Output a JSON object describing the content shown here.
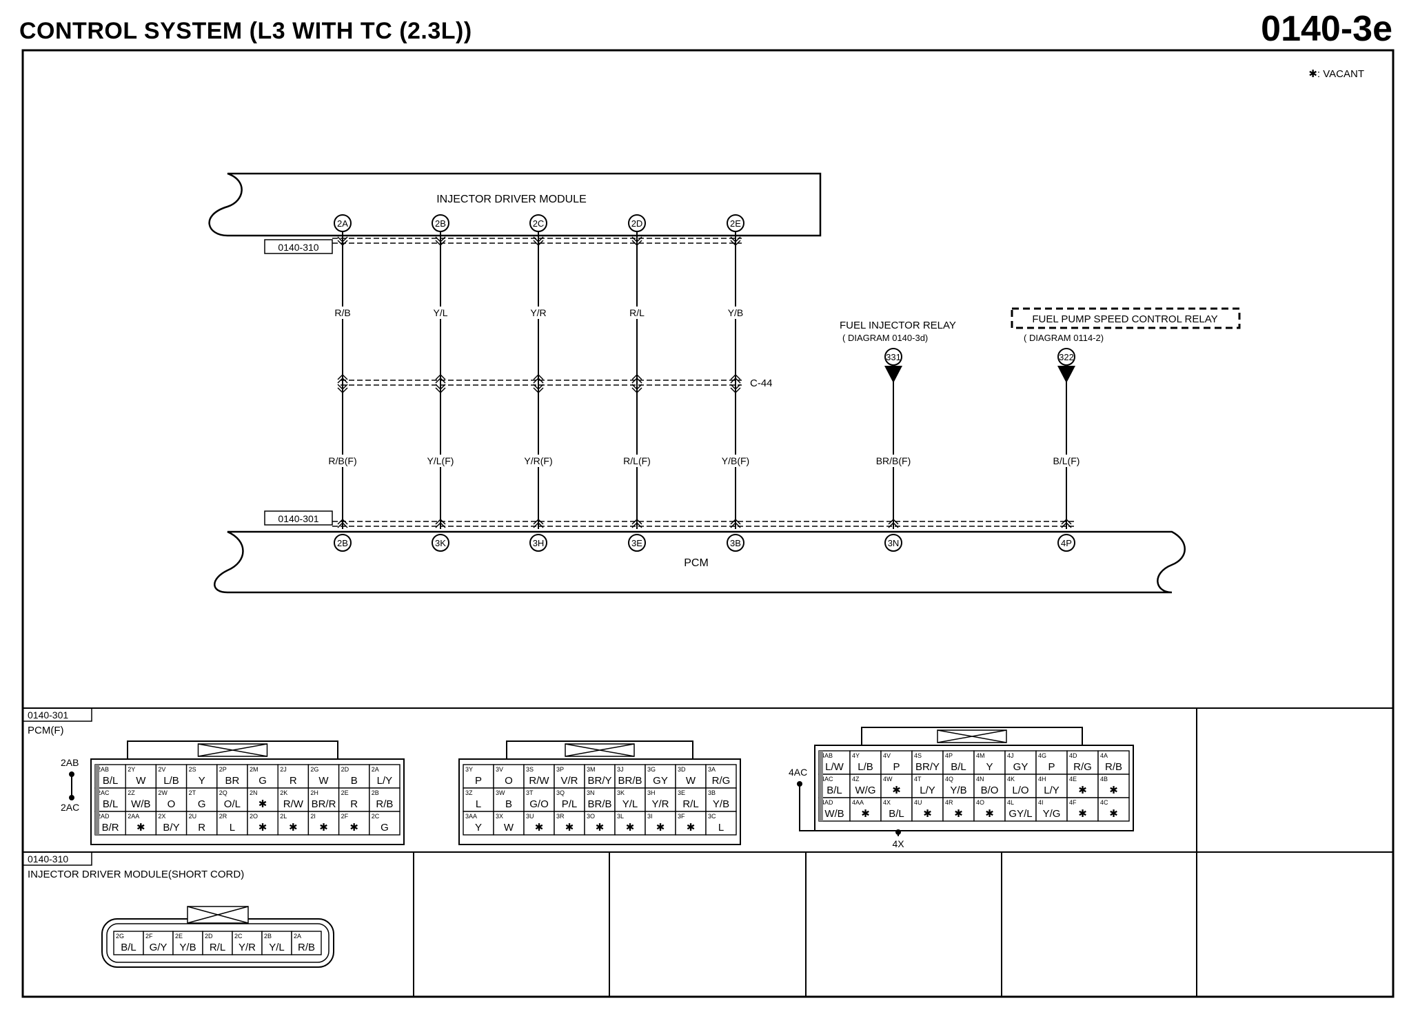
{
  "header": {
    "title": "CONTROL SYSTEM (L3 WITH TC (2.3L))",
    "page_code": "0140-3e"
  },
  "vacant_note": "✱: VACANT",
  "components": {
    "idm": "INJECTOR DRIVER MODULE",
    "pcm": "PCM",
    "c44": "C-44",
    "fuel_injector_relay": {
      "name": "FUEL INJECTOR RELAY",
      "ref": "( DIAGRAM 0140-3d)",
      "terminal": "331"
    },
    "fuel_pump_relay": {
      "name": "FUEL PUMP SPEED CONTROL RELAY",
      "ref": "( DIAGRAM 0114-2)",
      "terminal": "322"
    }
  },
  "connector_refs": {
    "idm": "0140-310",
    "pcm": "0140-301"
  },
  "wires": [
    {
      "top_terminal": "2A",
      "upper": "R/B",
      "lower": "R/B(F)",
      "pcm_terminal": "2B"
    },
    {
      "top_terminal": "2B",
      "upper": "Y/L",
      "lower": "Y/L(F)",
      "pcm_terminal": "3K"
    },
    {
      "top_terminal": "2C",
      "upper": "Y/R",
      "lower": "Y/R(F)",
      "pcm_terminal": "3H"
    },
    {
      "top_terminal": "2D",
      "upper": "R/L",
      "lower": "R/L(F)",
      "pcm_terminal": "3E"
    },
    {
      "top_terminal": "2E",
      "upper": "Y/B",
      "lower": "Y/B(F)",
      "pcm_terminal": "3B"
    },
    {
      "top_terminal": "",
      "upper": "",
      "lower": "BR/B(F)",
      "pcm_terminal": "3N"
    },
    {
      "top_terminal": "",
      "upper": "",
      "lower": "B/L(F)",
      "pcm_terminal": "4P"
    }
  ],
  "panel_pcm": {
    "ref": "0140-301",
    "title": "PCM(F)",
    "left_labels": [
      "2AB",
      "2AC"
    ],
    "blockA": [
      [
        [
          "2AB",
          "B/L"
        ],
        [
          "2Y",
          "W"
        ],
        [
          "2V",
          "L/B"
        ],
        [
          "2S",
          "Y"
        ],
        [
          "2P",
          "BR"
        ],
        [
          "2M",
          "G"
        ],
        [
          "2J",
          "R"
        ],
        [
          "2G",
          "W"
        ],
        [
          "2D",
          "B"
        ],
        [
          "2A",
          "L/Y"
        ]
      ],
      [
        [
          "2AC",
          "B/L"
        ],
        [
          "2Z",
          "W/B"
        ],
        [
          "2W",
          "O"
        ],
        [
          "2T",
          "G"
        ],
        [
          "2Q",
          "O/L"
        ],
        [
          "2N",
          "✱"
        ],
        [
          "2K",
          "R/W"
        ],
        [
          "2H",
          "BR/R"
        ],
        [
          "2E",
          "R"
        ],
        [
          "2B",
          "R/B"
        ]
      ],
      [
        [
          "2AD",
          "B/R"
        ],
        [
          "2AA",
          "✱"
        ],
        [
          "2X",
          "B/Y"
        ],
        [
          "2U",
          "R"
        ],
        [
          "2R",
          "L"
        ],
        [
          "2O",
          "✱"
        ],
        [
          "2L",
          "✱"
        ],
        [
          "2I",
          "✱"
        ],
        [
          "2F",
          "✱"
        ],
        [
          "2C",
          "G"
        ]
      ]
    ],
    "blockB": [
      [
        [
          "3Y",
          "P"
        ],
        [
          "3V",
          "O"
        ],
        [
          "3S",
          "R/W"
        ],
        [
          "3P",
          "V/R"
        ],
        [
          "3M",
          "BR/Y"
        ],
        [
          "3J",
          "BR/B"
        ],
        [
          "3G",
          "GY"
        ],
        [
          "3D",
          "W"
        ],
        [
          "3A",
          "R/G"
        ]
      ],
      [
        [
          "3Z",
          "L"
        ],
        [
          "3W",
          "B"
        ],
        [
          "3T",
          "G/O"
        ],
        [
          "3Q",
          "P/L"
        ],
        [
          "3N",
          "BR/B"
        ],
        [
          "3K",
          "Y/L"
        ],
        [
          "3H",
          "Y/R"
        ],
        [
          "3E",
          "R/L"
        ],
        [
          "3B",
          "Y/B"
        ]
      ],
      [
        [
          "3AA",
          "Y"
        ],
        [
          "3X",
          "W"
        ],
        [
          "3U",
          "✱"
        ],
        [
          "3R",
          "✱"
        ],
        [
          "3O",
          "✱"
        ],
        [
          "3L",
          "✱"
        ],
        [
          "3I",
          "✱"
        ],
        [
          "3F",
          "✱"
        ],
        [
          "3C",
          "L"
        ]
      ]
    ],
    "blockC_left": "4AC",
    "blockC_bottom": "4X",
    "blockC": [
      [
        [
          "4AB",
          "L/W"
        ],
        [
          "4Y",
          "L/B"
        ],
        [
          "4V",
          "P"
        ],
        [
          "4S",
          "BR/Y"
        ],
        [
          "4P",
          "B/L"
        ],
        [
          "4M",
          "Y"
        ],
        [
          "4J",
          "GY"
        ],
        [
          "4G",
          "P"
        ],
        [
          "4D",
          "R/G"
        ],
        [
          "4A",
          "R/B"
        ]
      ],
      [
        [
          "4AC",
          "B/L"
        ],
        [
          "4Z",
          "W/G"
        ],
        [
          "4W",
          "✱"
        ],
        [
          "4T",
          "L/Y"
        ],
        [
          "4Q",
          "Y/B"
        ],
        [
          "4N",
          "B/O"
        ],
        [
          "4K",
          "L/O"
        ],
        [
          "4H",
          "L/Y"
        ],
        [
          "4E",
          "✱"
        ],
        [
          "4B",
          "✱"
        ]
      ],
      [
        [
          "4AD",
          "W/B"
        ],
        [
          "4AA",
          "✱"
        ],
        [
          "4X",
          "B/L"
        ],
        [
          "4U",
          "✱"
        ],
        [
          "4R",
          "✱"
        ],
        [
          "4O",
          "✱"
        ],
        [
          "4L",
          "GY/L"
        ],
        [
          "4I",
          "Y/G"
        ],
        [
          "4F",
          "✱"
        ],
        [
          "4C",
          "✱"
        ]
      ]
    ]
  },
  "panel_idm": {
    "ref": "0140-310",
    "title": "INJECTOR DRIVER MODULE(SHORT CORD)",
    "cells": [
      [
        "2G",
        "B/L"
      ],
      [
        "2F",
        "G/Y"
      ],
      [
        "2E",
        "Y/B"
      ],
      [
        "2D",
        "R/L"
      ],
      [
        "2C",
        "Y/R"
      ],
      [
        "2B",
        "Y/L"
      ],
      [
        "2A",
        "R/B"
      ]
    ]
  }
}
